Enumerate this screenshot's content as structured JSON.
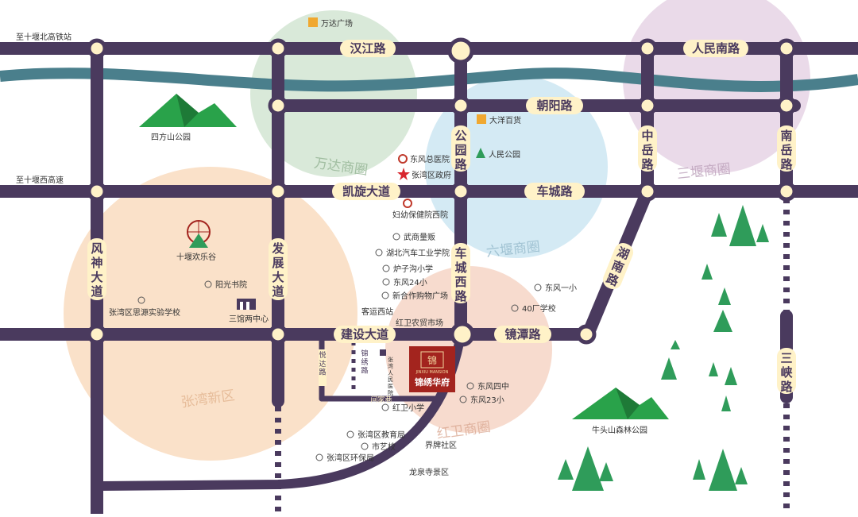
{
  "zones": [
    {
      "id": "wanda",
      "label": "万达商圈",
      "color": "#cfe3cf"
    },
    {
      "id": "liuyan",
      "label": "六堰商圈",
      "color": "#cde6f2"
    },
    {
      "id": "sanyan",
      "label": "三堰商圈",
      "color": "#e6d3e5"
    },
    {
      "id": "zhangwan",
      "label": "张湾新区",
      "color": "#f9dcc0"
    },
    {
      "id": "hongwei",
      "label": "红卫商圈",
      "color": "#f6d5c5"
    }
  ],
  "roads": {
    "hanjiang": "汉江路",
    "renmin_south": "人民南路",
    "chaoyang": "朝阳路",
    "kaixuan": "凯旋大道",
    "chechenglu": "车城路",
    "gongyuan": "公园路",
    "zhongyue": "中岳路",
    "nanyue": "南岳路",
    "fengshen": "风神大道",
    "fazhan": "发展大道",
    "chechengxi": "车城西路",
    "hunan": "湖南路",
    "jianshe": "建设大道",
    "jingtan": "镜潭路",
    "sanxia": "三峡路",
    "yueda": "悦达路",
    "jinxiu": "锦绣路",
    "jianjia": "间家巷"
  },
  "edge_labels": {
    "north_rail": "至十堰北高铁站",
    "west_expressway": "至十堰西高速"
  },
  "pois": {
    "wanda_plaza": "万达广场",
    "dayang": "大洋百货",
    "renmin_park": "人民公园",
    "dongfeng_hospital": "东风总医院",
    "zhangwan_gov": "张湾区政府",
    "fuyou": "妇幼保健院西院",
    "wushang": "武商量贩",
    "hubei_auto": "湖北汽车工业学院",
    "luzigou": "炉子沟小学",
    "dongfeng24": "东风24小",
    "xinhezuo": "新合作购物广场",
    "keyun": "客运西站",
    "hongwei_market": "红卫农贸市场",
    "dongfeng1": "东风一小",
    "school40": "40厂学校",
    "dongfeng4zhong": "东风四中",
    "dongfeng23": "东风23小",
    "hongwei_primary": "红卫小学",
    "jiaoyuju": "张湾区教育局",
    "shiyixiao": "市艺校",
    "huanbaoju": "张湾区环保局",
    "jiepai": "界牌社区",
    "longquan": "龙泉寺景区",
    "sifangshan": "四方山公园",
    "happy_valley": "十堰欢乐谷",
    "yangguang": "阳光书院",
    "silian": "张湾区思源实验学校",
    "sanguan": "三馆两中心",
    "niutoushan": "牛头山森林公园",
    "zhangwan_people_hospital": "张湾人民医院"
  },
  "project": {
    "name": "锦绣华府",
    "logo_text": "锦",
    "sub": "JINXIU MANSION",
    "color": "#a3241e"
  },
  "colors": {
    "road": "#4a3a5e",
    "river": "#4a7f8c",
    "node": "#fff2c8",
    "mountain": "#29a24a",
    "tree": "#2f9c5a"
  }
}
